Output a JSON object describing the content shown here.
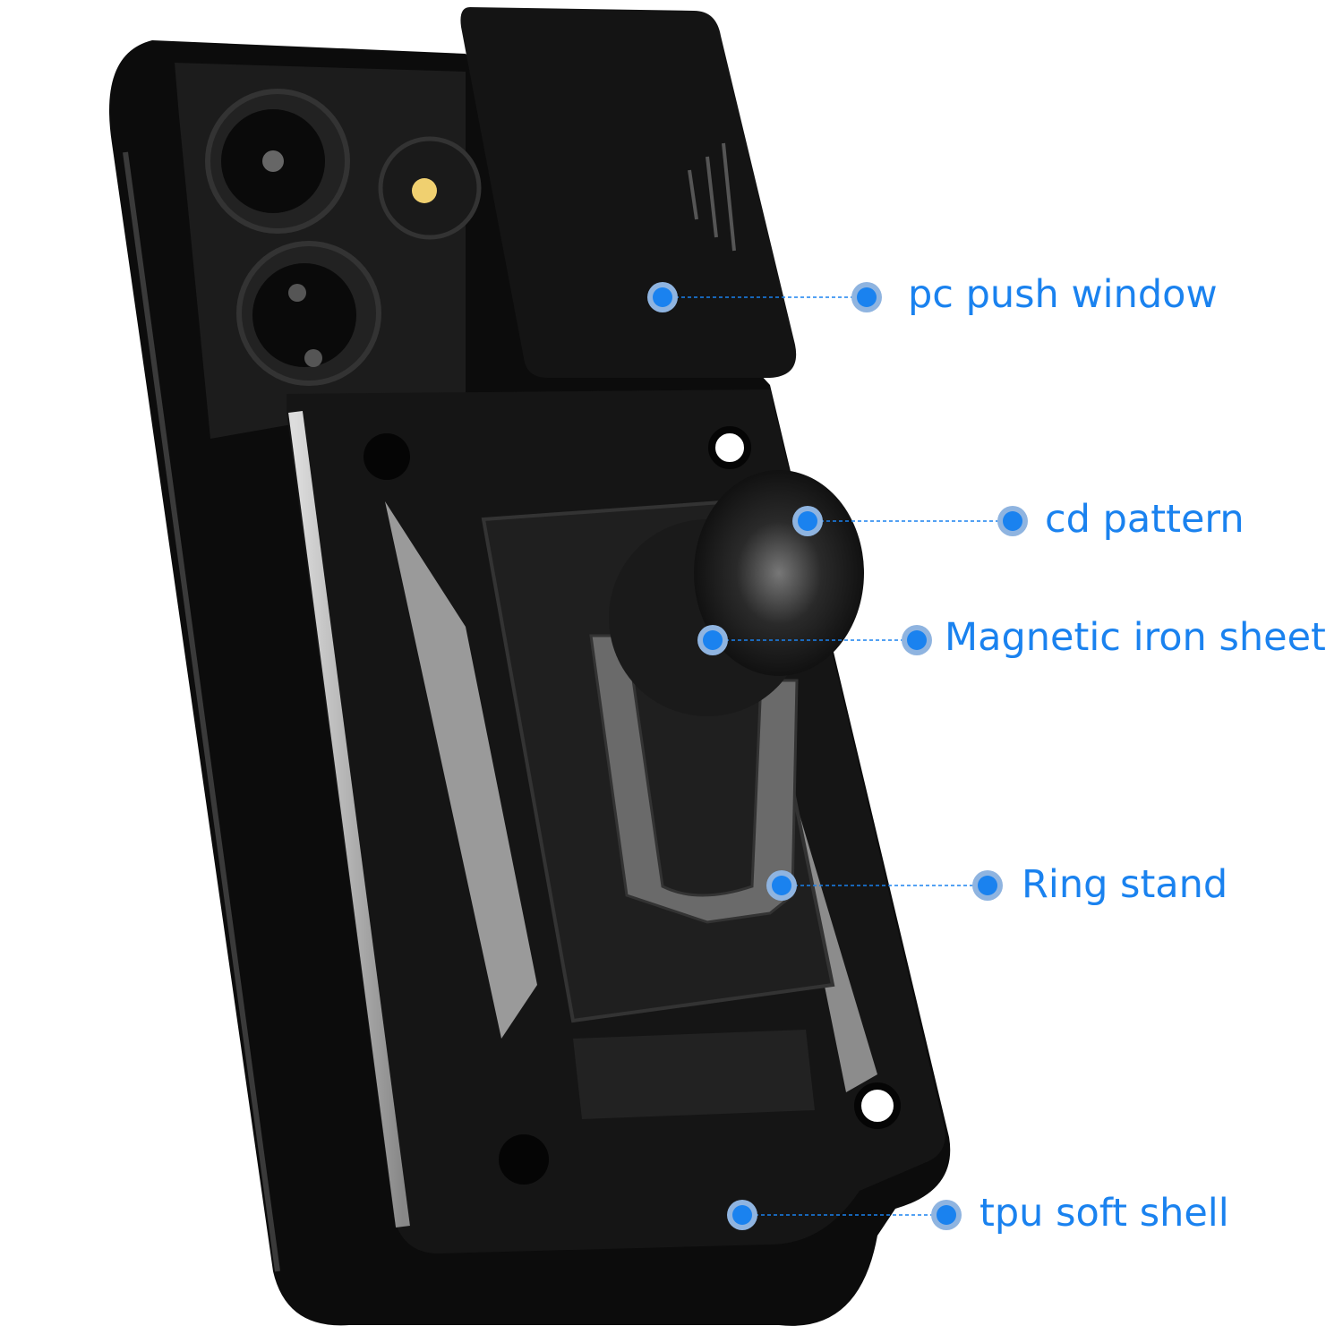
{
  "accent_color": "#1a82ef",
  "callouts": [
    {
      "id": "pc-push-window",
      "label": "pc push window"
    },
    {
      "id": "cd-pattern",
      "label": "cd pattern"
    },
    {
      "id": "magnetic-iron-sheet",
      "label": "Magnetic iron sheet"
    },
    {
      "id": "ring-stand",
      "label": "Ring stand"
    },
    {
      "id": "tpu-soft-shell",
      "label": "tpu soft shell"
    }
  ]
}
